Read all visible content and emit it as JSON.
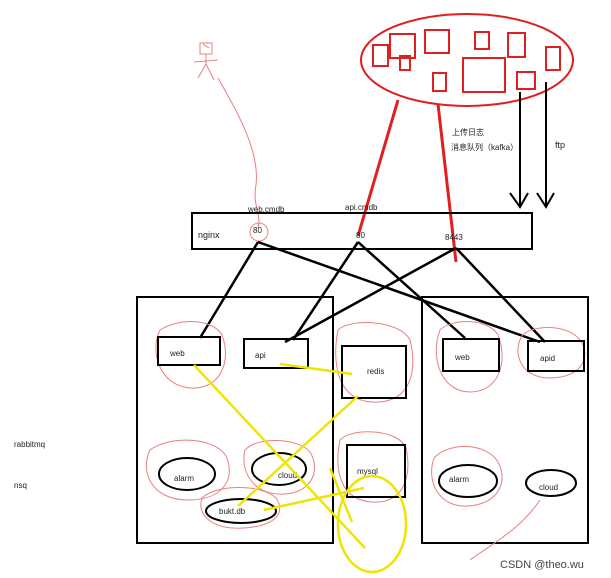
{
  "labels": {
    "nginx": "nginx",
    "port_80": "80",
    "port_80_b": "80",
    "port_8443": "8443",
    "web_cmdb": "web.cmdb",
    "api_cmdb": "api.cmdb",
    "upload_log": "上传日志",
    "message_queue": "消息队列（kafka）",
    "ftp": "ftp",
    "web_left": "web",
    "api_left": "api",
    "redis": "redis",
    "web_right": "web",
    "apid": "apid",
    "alarm_left": "alarm",
    "cloud_left": "cloud",
    "bukt": "bukt.db",
    "mysql": "mysql",
    "alarm_right": "alarm",
    "cloud_right": "cloud",
    "rabbitmq": "rabbitmq",
    "nsq": "nsq",
    "watermark": "CSDN @theo.wu"
  },
  "colors": {
    "ink": "#000000",
    "red": "#e02020",
    "pink": "#e88080",
    "yellow": "#f0e400"
  }
}
